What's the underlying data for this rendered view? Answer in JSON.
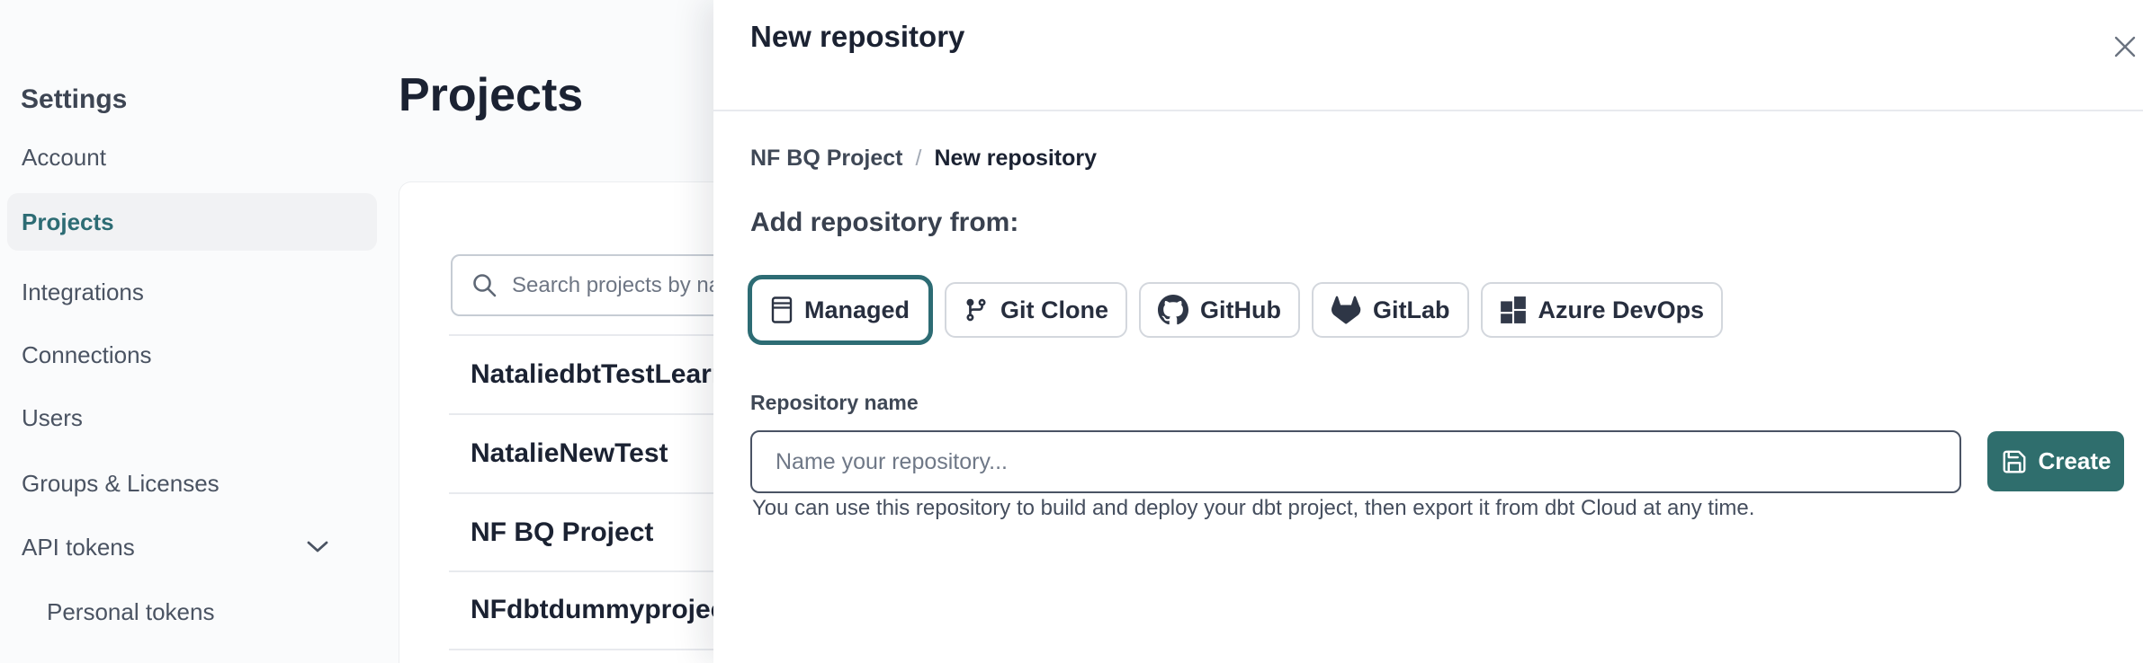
{
  "sidebar": {
    "title": "Settings",
    "items": [
      {
        "label": "Account"
      },
      {
        "label": "Projects"
      },
      {
        "label": "Integrations"
      },
      {
        "label": "Connections"
      },
      {
        "label": "Users"
      },
      {
        "label": "Groups & Licenses"
      },
      {
        "label": "API tokens"
      },
      {
        "label": "Personal tokens"
      }
    ]
  },
  "main": {
    "title": "Projects",
    "search_placeholder": "Search projects by name",
    "projects": [
      {
        "name": "NataliedbtTestLearn T"
      },
      {
        "name": "NatalieNewTest"
      },
      {
        "name": "NF BQ Project"
      },
      {
        "name": "NFdbtdummyproject"
      }
    ]
  },
  "modal": {
    "title": "New repository",
    "breadcrumb": {
      "parent": "NF BQ Project",
      "separator": "/",
      "current": "New repository"
    },
    "section_heading": "Add repository from:",
    "source_options": [
      {
        "label": "Managed",
        "icon": "managed-repo-icon",
        "selected": true
      },
      {
        "label": "Git Clone",
        "icon": "git-branch-icon",
        "selected": false
      },
      {
        "label": "GitHub",
        "icon": "github-icon",
        "selected": false
      },
      {
        "label": "GitLab",
        "icon": "gitlab-icon",
        "selected": false
      },
      {
        "label": "Azure DevOps",
        "icon": "azure-devops-icon",
        "selected": false
      }
    ],
    "repository_name": {
      "label": "Repository name",
      "value": "",
      "placeholder": "Name your repository..."
    },
    "helper_text": "You can use this repository to build and deploy your dbt project, then export it from dbt Cloud at any time.",
    "create_button": {
      "label": "Create",
      "icon": "save-icon"
    }
  },
  "icons": {
    "search-icon": "magnifier",
    "close-icon": "✕",
    "chevron-down-icon": "⌄",
    "managed-repo-icon": "repository-box",
    "git-branch-icon": "git-branch",
    "github-icon": "octocat",
    "gitlab-icon": "tanuki",
    "azure-devops-icon": "grid-squares",
    "save-icon": "floppy-disk"
  },
  "colors": {
    "accent_teal": "#2d6c74",
    "create_button_bg": "#2f6e6d",
    "text_dark": "#1b2232",
    "divider": "#e8eaee"
  }
}
